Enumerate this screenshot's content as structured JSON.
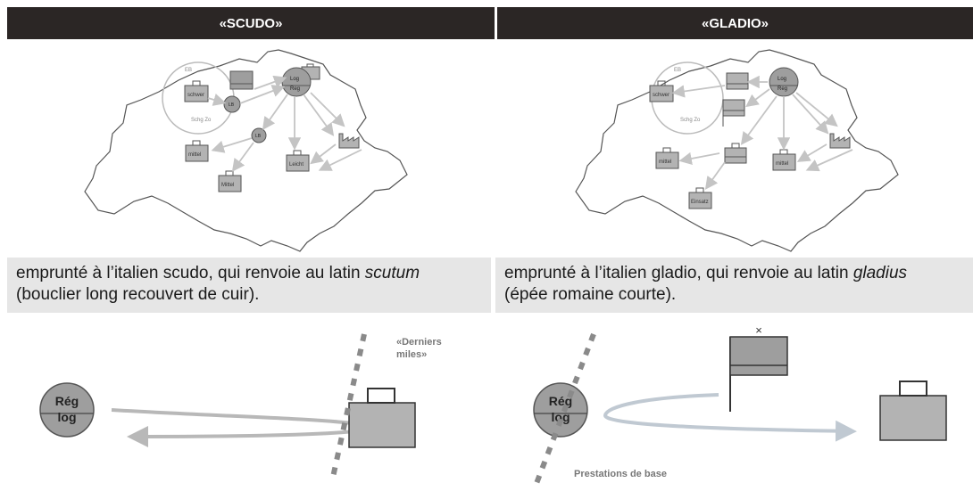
{
  "panels": {
    "left": {
      "title": "«SCUDO»",
      "caption_pre": "emprunté à l’italien scudo, qui renvoie au latin ",
      "caption_em": "scutum",
      "caption_post": "(bouclier long recouvert de cuir).",
      "map_labels": {
        "ring_top": "EB",
        "ring_bottom": "Schg Zo",
        "box_schwer": "schwer",
        "circle_lb": "LB",
        "circle_reg_top": "Log",
        "circle_reg_bottom": "Reg",
        "box_mittel": "mittel",
        "circle_lb2": "LB",
        "box_leicht": "Leicht",
        "box_mittel2": "Mittel"
      },
      "diagram": {
        "circle_top": "Rég",
        "circle_bottom": "log",
        "annotation_line1": "«Derniers",
        "annotation_line2": "miles»"
      }
    },
    "right": {
      "title": "«GLADIO»",
      "caption_pre": "emprunté à l’italien gladio, qui renvoie au latin ",
      "caption_em": "gladius",
      "caption_post": "(épée romaine courte).",
      "map_labels": {
        "ring_top": "EB",
        "ring_bottom": "Schg Zo",
        "box_schwer": "schwer",
        "circle_reg_top": "Log",
        "circle_reg_bottom": "Reg",
        "box_mittel": "mittel",
        "box_mittel2": "mittel",
        "box_einsatz": "Einsatz"
      },
      "diagram": {
        "circle_top": "Rég",
        "circle_bottom": "log",
        "flag_mark": "×",
        "annotation": "Prestations de base"
      }
    }
  },
  "colors": {
    "header_bg": "#2b2625",
    "caption_bg": "#e6e6e6",
    "box_fill": "#b3b3b3",
    "circle_fill": "#9e9e9e",
    "arrow": "#c4c4c4",
    "dash": "#8a8a8a"
  }
}
